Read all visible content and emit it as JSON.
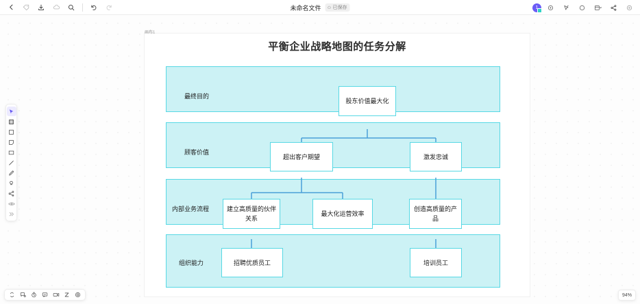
{
  "topbar": {
    "left_tools": [
      {
        "name": "back-icon",
        "label": "返回"
      },
      {
        "name": "tag-icon",
        "label": "标签"
      },
      {
        "name": "save-icon",
        "label": "保存"
      },
      {
        "name": "cloud-icon",
        "label": "云同步"
      },
      {
        "name": "search-icon",
        "label": "搜索"
      }
    ],
    "history_tools": [
      {
        "name": "undo-icon",
        "label": "撤销"
      },
      {
        "name": "redo-icon",
        "label": "重做"
      }
    ],
    "doc_title": "未命名文件",
    "doc_badge": "已保存",
    "avatar_initial": "1",
    "right_tools": [
      {
        "name": "target-icon",
        "label": "定位"
      },
      {
        "name": "cursor-share-icon",
        "label": "协同光标"
      },
      {
        "name": "comment-circle-icon",
        "label": "评论"
      },
      {
        "name": "present-icon",
        "label": "演示"
      },
      {
        "name": "share-icon",
        "label": "分享"
      },
      {
        "name": "help-icon",
        "label": "帮助"
      }
    ]
  },
  "left_rail": [
    {
      "name": "select-cursor-icon",
      "label": "选择",
      "active": true
    },
    {
      "name": "frame-icon",
      "label": "画框"
    },
    {
      "name": "shape-square-icon",
      "label": "形状"
    },
    {
      "name": "sticky-note-icon",
      "label": "便签"
    },
    {
      "name": "rectangle-icon",
      "label": "矩形"
    },
    {
      "name": "line-icon",
      "label": "直线"
    },
    {
      "name": "pen-icon",
      "label": "画笔"
    },
    {
      "name": "eraser-icon",
      "label": "橡皮"
    },
    {
      "name": "connector-icon",
      "label": "连接线"
    },
    {
      "name": "eye-icon",
      "label": "预览"
    },
    {
      "name": "more-icon",
      "label": "更多"
    }
  ],
  "bottom_bar": [
    {
      "name": "sync-icon",
      "label": "同步"
    },
    {
      "name": "comment-icon",
      "label": "评论"
    },
    {
      "name": "timer-icon",
      "label": "计时器"
    },
    {
      "name": "chat-icon",
      "label": "聊天"
    },
    {
      "name": "video-icon",
      "label": "视频"
    },
    {
      "name": "zen-icon",
      "label": "专注模式"
    },
    {
      "name": "settings-icon",
      "label": "设置"
    }
  ],
  "zoom_level": "94%",
  "canvas": {
    "frame_label": "画布1",
    "board_title": "平衡企业战略地图的任务分解"
  },
  "chart_data": {
    "type": "diagram",
    "title": "平衡企业战略地图的任务分解",
    "diagram_kind": "strategy-map-swimlane",
    "band_color": "#ccf2f5",
    "band_border_color": "#57d8e4",
    "node_fill": "#ffffff",
    "node_border_color": "#57d8e4",
    "connector_color": "#4a9fd8",
    "bands": [
      {
        "id": "band1",
        "label": "最终目的",
        "nodes": [
          {
            "id": "n1",
            "label": "股东价值最大化"
          }
        ]
      },
      {
        "id": "band2",
        "label": "顾客价值",
        "nodes": [
          {
            "id": "n2",
            "label": "超出客户期望"
          },
          {
            "id": "n3",
            "label": "激发忠诚"
          }
        ]
      },
      {
        "id": "band3",
        "label": "内部业务流程",
        "nodes": [
          {
            "id": "n4",
            "label": "建立高质量的伙伴关系"
          },
          {
            "id": "n5",
            "label": "最大化运营效率"
          },
          {
            "id": "n6",
            "label": "创造高质量的产品"
          }
        ]
      },
      {
        "id": "band4",
        "label": "组织能力",
        "nodes": [
          {
            "id": "n7",
            "label": "招聘优质员工"
          },
          {
            "id": "n8",
            "label": "培训员工"
          }
        ]
      }
    ],
    "edges": [
      {
        "from": "n1",
        "to": "n2"
      },
      {
        "from": "n1",
        "to": "n3"
      },
      {
        "from": "n2",
        "to": "n4"
      },
      {
        "from": "n2",
        "to": "n5"
      },
      {
        "from": "n3",
        "to": "n6"
      },
      {
        "from": "n4",
        "to": "n7"
      },
      {
        "from": "n6",
        "to": "n8"
      }
    ]
  }
}
